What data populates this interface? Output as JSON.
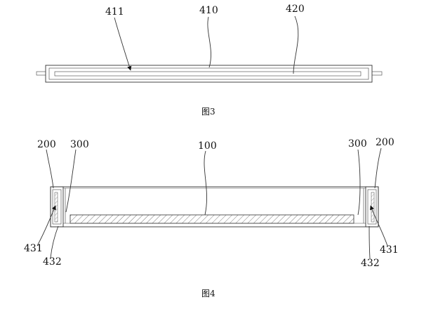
{
  "figure3": {
    "caption": "图3",
    "labels": [
      "411",
      "410",
      "420"
    ]
  },
  "figure4": {
    "caption": "图4",
    "labels": {
      "left_200": "200",
      "left_300": "300",
      "center_100": "100",
      "right_300": "300",
      "right_200": "200",
      "left_431": "431",
      "left_432": "432",
      "right_431": "431",
      "right_432": "432"
    }
  }
}
